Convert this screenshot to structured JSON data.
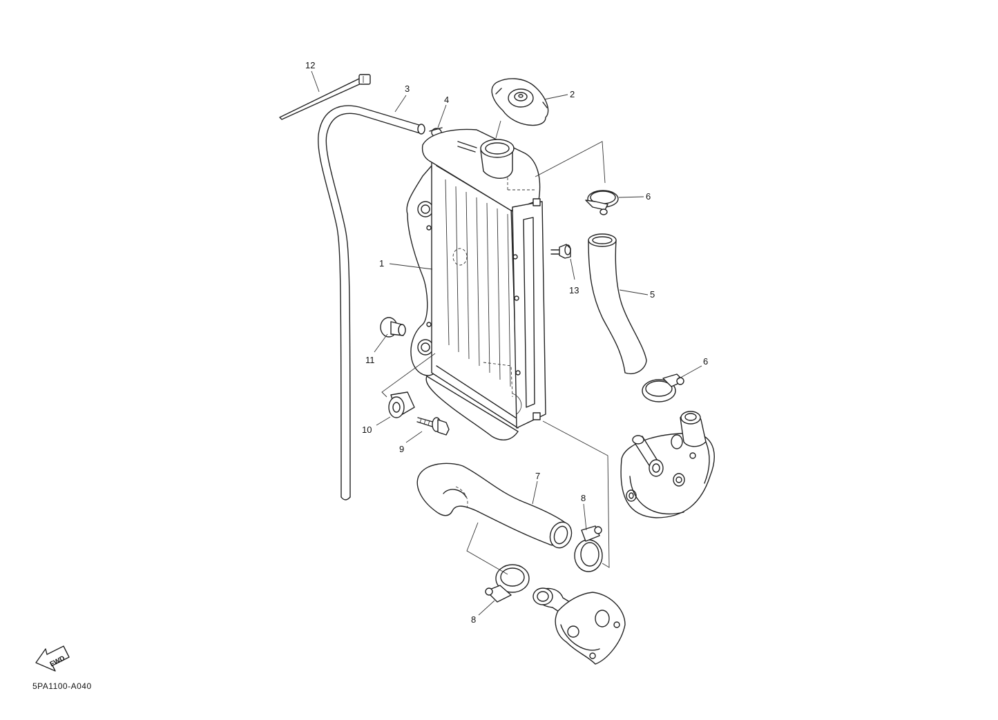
{
  "callouts": {
    "c1": "1",
    "c2": "2",
    "c3": "3",
    "c4": "4",
    "c5": "5",
    "c6a": "6",
    "c6b": "6",
    "c7": "7",
    "c8a": "8",
    "c8b": "8",
    "c9": "9",
    "c10": "10",
    "c11": "11",
    "c12": "12",
    "c13": "13"
  },
  "fwd_label": "FWD",
  "diagram_code": "5PA1100-A040"
}
